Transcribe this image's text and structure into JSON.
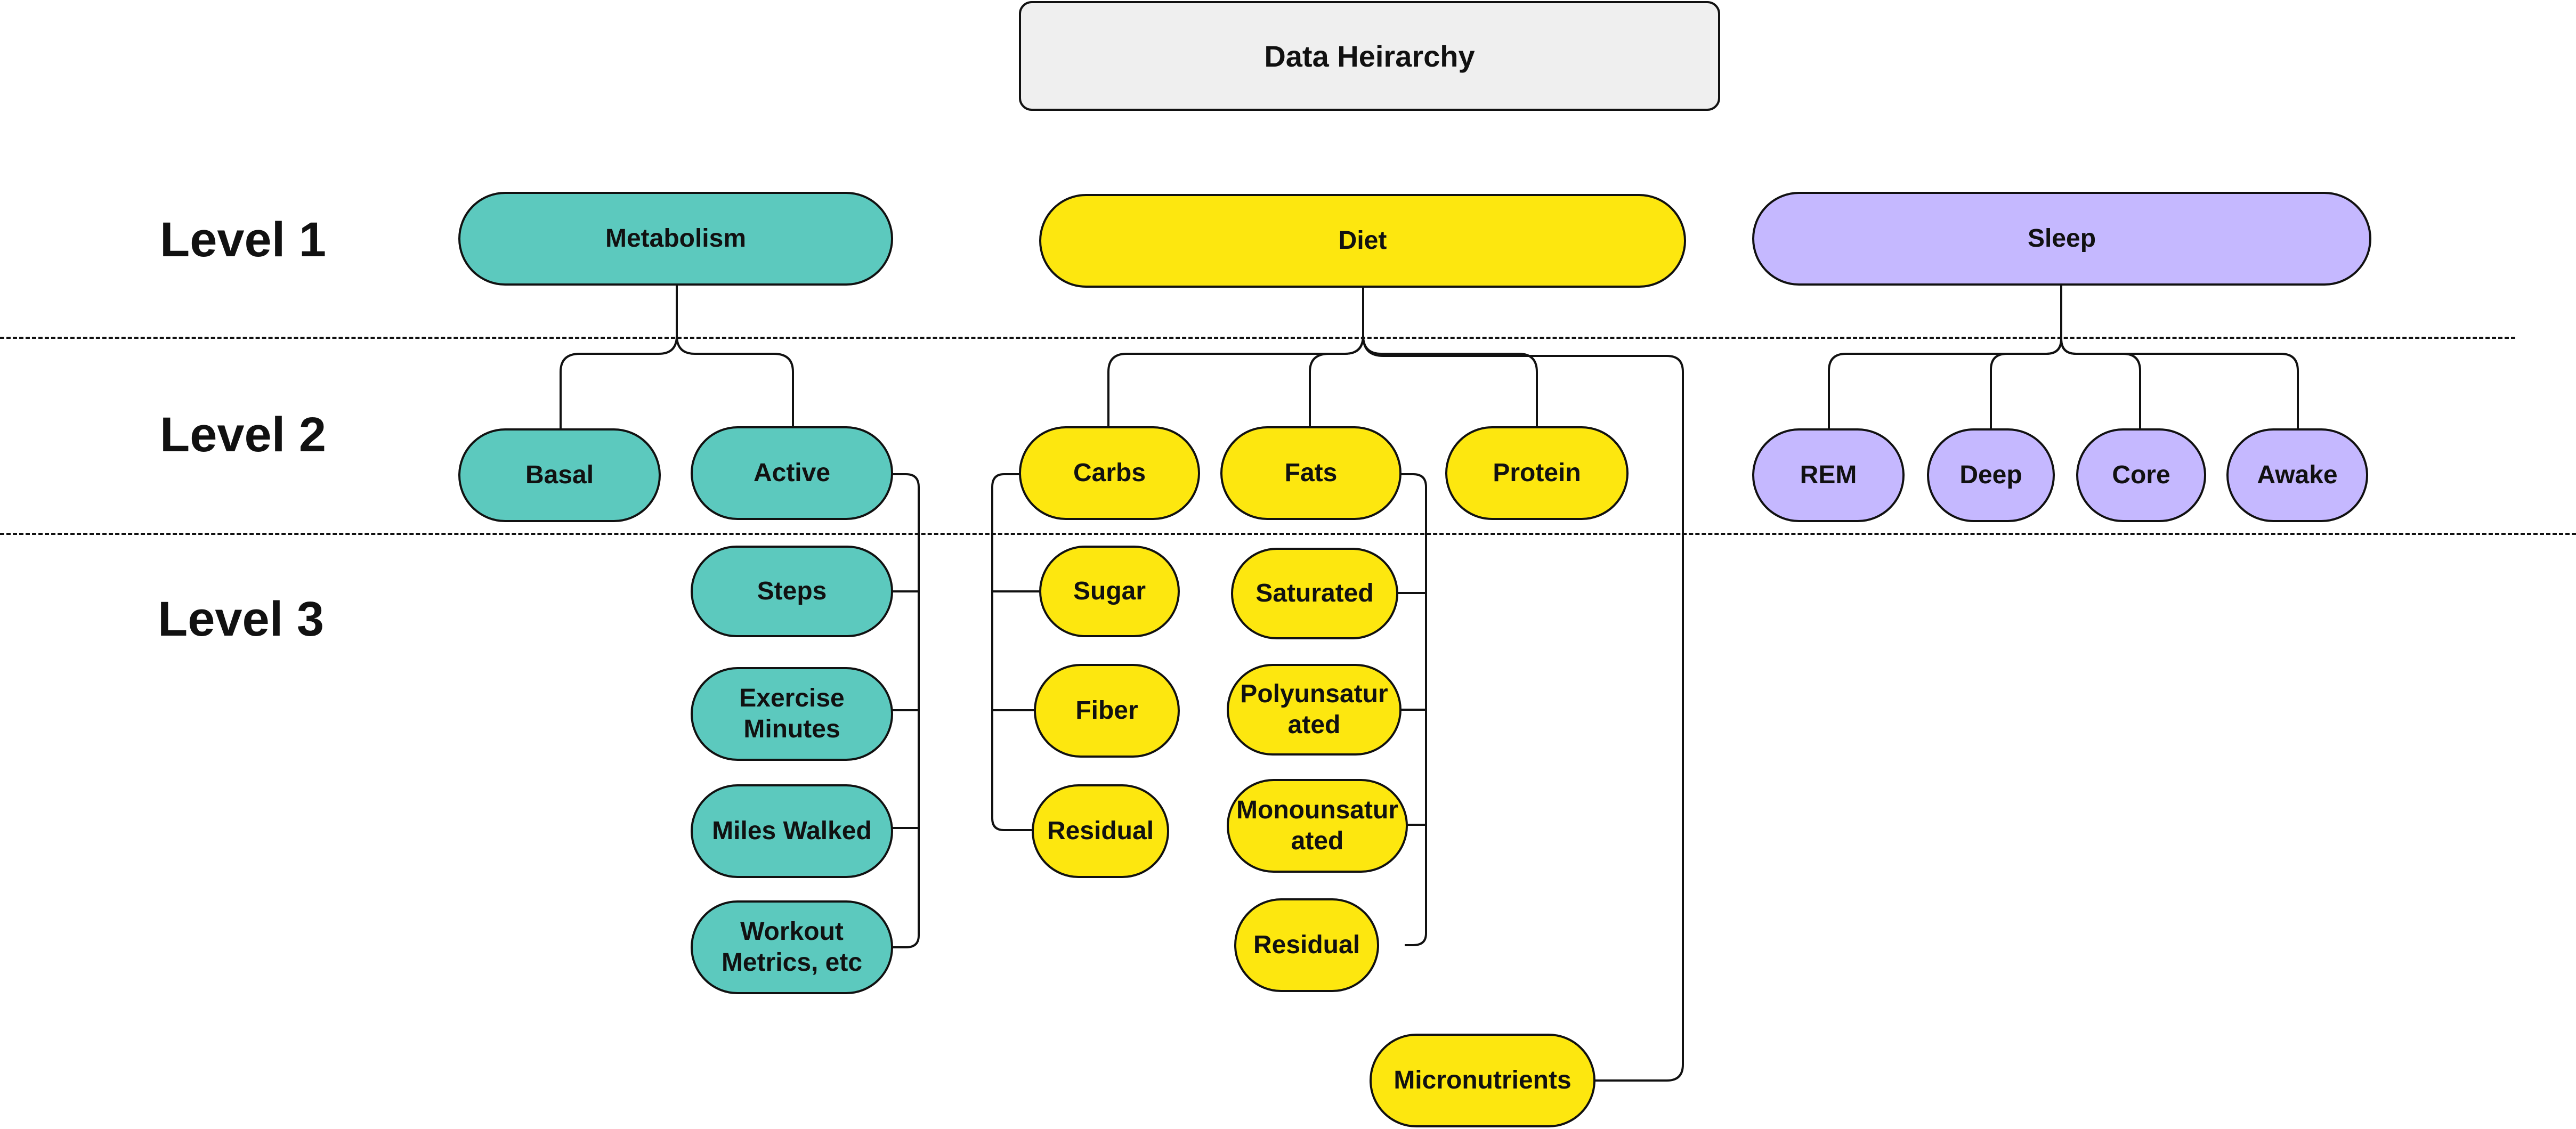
{
  "title": "Data Heirarchy",
  "levels": [
    "Level 1",
    "Level 2",
    "Level 3"
  ],
  "colors": {
    "metabolism": "#5cc9be",
    "diet": "#fde70f",
    "sleep": "#c5b8ff",
    "title_bg": "#efefef"
  },
  "metabolism": {
    "label": "Metabolism",
    "basal": "Basal",
    "active": "Active",
    "active_children": [
      "Steps",
      "Exercise Minutes",
      "Miles Walked",
      "Workout Metrics, etc"
    ]
  },
  "diet": {
    "label": "Diet",
    "carbs": "Carbs",
    "fats": "Fats",
    "protein": "Protein",
    "carbs_children": [
      "Sugar",
      "Fiber",
      "Residual"
    ],
    "fats_children": [
      "Saturated",
      "Polyunsaturated",
      "Monounsaturated",
      "Residual"
    ],
    "micronutrients": "Micronutrients"
  },
  "sleep": {
    "label": "Sleep",
    "children": [
      "REM",
      "Deep",
      "Core",
      "Awake"
    ]
  }
}
